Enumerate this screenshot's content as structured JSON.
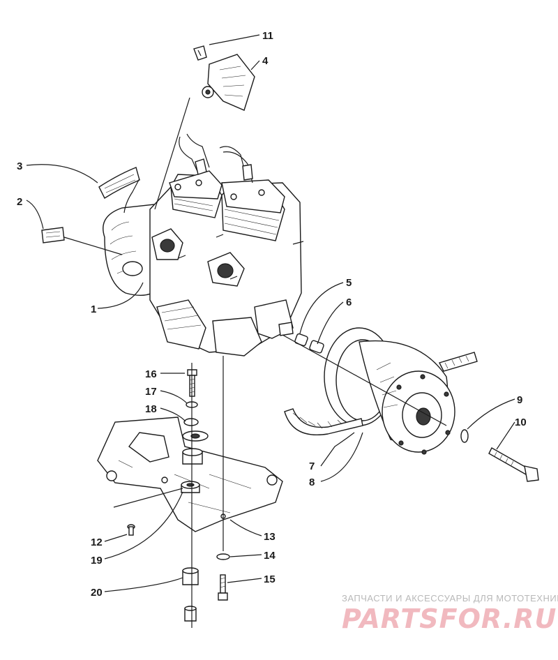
{
  "callouts": [
    "1",
    "2",
    "3",
    "4",
    "5",
    "6",
    "7",
    "8",
    "9",
    "10",
    "11",
    "12",
    "13",
    "14",
    "15",
    "16",
    "17",
    "18",
    "19",
    "20"
  ],
  "watermark": {
    "tagline": "ЗАПЧАСТИ И АКСЕССУАРЫ ДЛЯ МОТОТЕХНИКИ",
    "logo": "PARTSFOR.RU",
    "color": "#e58a94"
  }
}
